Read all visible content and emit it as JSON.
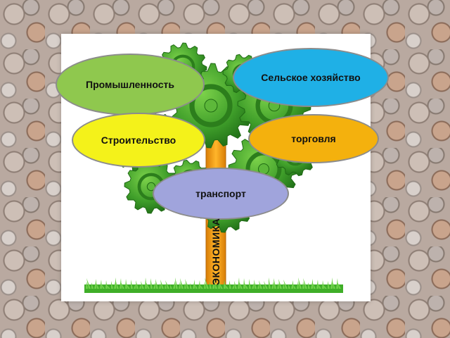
{
  "slide": {
    "ovals": {
      "industry": "Промышленность",
      "agriculture": "Сельское хозяйство",
      "construction": "Строительство",
      "trade": "торговля",
      "transport": "транспорт"
    },
    "trunk_label": "ЭКОНОМИКА"
  },
  "colors": {
    "industry": "#8fc84e",
    "agriculture": "#1fb0e6",
    "construction": "#f4f21a",
    "trade": "#f4b10d",
    "transport": "#a0a4dc",
    "trunk": "#f7a21b",
    "gears": "#3f9e2a",
    "grass": "#4fbf2f"
  },
  "icons": [
    "gear-icon",
    "grass-icon",
    "coin-icon"
  ]
}
